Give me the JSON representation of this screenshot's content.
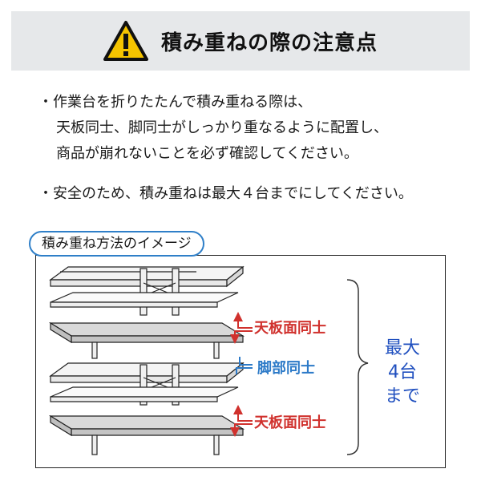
{
  "header": {
    "title": "積み重ねの際の注意点",
    "icon": "warning-icon",
    "bg_color": "#e6e8ea",
    "icon_color": "#f5c400"
  },
  "notes": {
    "line1": "・作業台を折りたたんで積み重ねる際は、",
    "line2": "天板同士、脚同士がしっかり重なるように配置し、",
    "line3": "商品が崩れないことを必ず確認してください。",
    "line4": "・安全のため、積み重ねは最大４台までにしてください。"
  },
  "diagram": {
    "heading": "積み重ね方法のイメージ",
    "label_top": "天板面同士",
    "label_middle": "脚部同士",
    "label_bottom": "天板面同士",
    "max_line1": "最大",
    "max_line2": "4台",
    "max_line3": "まで",
    "accent_red": "#d0312d",
    "accent_blue": "#2c7ac8",
    "accent_navy": "#1f4fbf"
  }
}
